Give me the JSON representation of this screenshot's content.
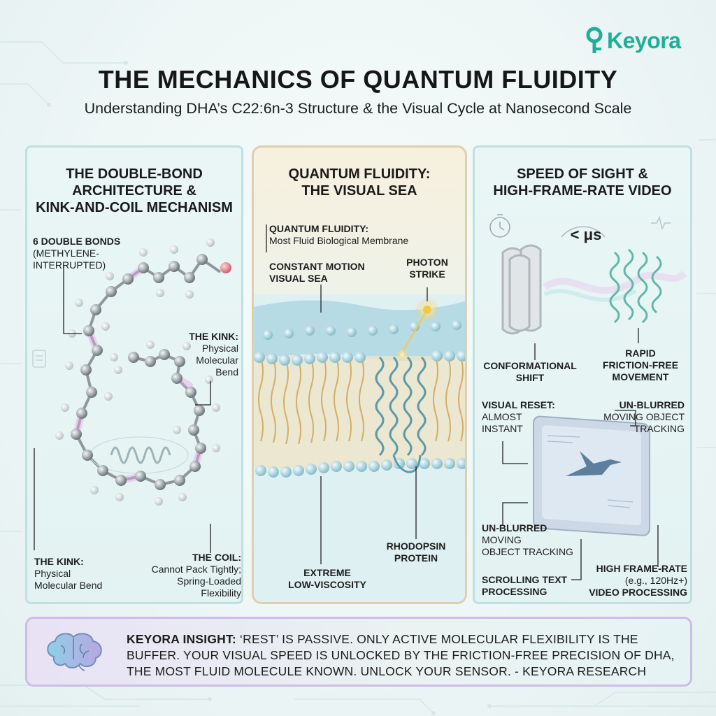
{
  "brand": {
    "name": "Keyora",
    "color": "#1fae98"
  },
  "header": {
    "title": "THE MECHANICS OF QUANTUM FLUIDITY",
    "subtitle": "Understanding DHA’s C22:6n-3 Structure & the Visual Cycle at Nanosecond Scale"
  },
  "panels": [
    {
      "id": "double-bond",
      "title_lines": [
        "THE DOUBLE-BOND",
        "ARCHITECTURE &",
        "KINK-AND-COIL MECHANISM"
      ],
      "labels": {
        "double_bonds_title": "6 DOUBLE BONDS",
        "double_bonds_sub_1": "(METHYLENE-",
        "double_bonds_sub_2": "INTERRUPTED)",
        "kink_top_title": "THE KINK:",
        "kink_top_sub_1": "Physical",
        "kink_top_sub_2": "Molecular",
        "kink_top_sub_3": "Bend",
        "kink_bottom_title": "THE KINK:",
        "kink_bottom_sub_1": "Physical",
        "kink_bottom_sub_2": "Molecular Bend",
        "coil_title": "THE COIL:",
        "coil_sub_1": "Cannot Pack Tightly;",
        "coil_sub_2": "Spring-Loaded",
        "coil_sub_3": "Flexibility"
      }
    },
    {
      "id": "visual-sea",
      "title_lines": [
        "QUANTUM FLUIDITY:",
        "THE VISUAL SEA"
      ],
      "labels": {
        "qf_title": "QUANTUM FLUIDITY:",
        "qf_sub": "Most Fluid Biological Membrane",
        "motion_1": "CONSTANT MOTION",
        "motion_2": "VISUAL SEA",
        "photon_1": "PHOTON",
        "photon_2": "STRIKE",
        "rhodopsin_1": "RHODOPSIN",
        "rhodopsin_2": "PROTEIN",
        "viscosity_1": "EXTREME",
        "viscosity_2": "LOW-VISCOSITY"
      }
    },
    {
      "id": "speed-of-sight",
      "title_lines": [
        "SPEED OF SIGHT &",
        "HIGH-FRAME-RATE VIDEO"
      ],
      "labels": {
        "timing": "< μs",
        "conformational_1": "CONFORMATIONAL",
        "conformational_2": "SHIFT",
        "rapid_1": "RAPID",
        "rapid_2": "FRICTION-FREE",
        "rapid_3": "MOVEMENT",
        "reset_title": "VISUAL RESET:",
        "reset_sub_1": "ALMOST",
        "reset_sub_2": "INSTANT",
        "unblurred_top_title": "UN-BLURRED",
        "unblurred_top_sub_1": "MOVING OBJECT",
        "unblurred_top_sub_2": "TRACKING",
        "unblurred_bottom_title": "UN-BLURRED",
        "unblurred_bottom_sub_1": "MOVING",
        "unblurred_bottom_sub_2": "OBJECT TRACKING",
        "scrolling_1": "SCROLLING TEXT",
        "scrolling_2": "PROCESSING",
        "framerate_title": "HIGH FRAME-RATE",
        "framerate_sub": "(e.g., 120Hz+)",
        "framerate_title_2": "VIDEO PROCESSING"
      }
    }
  ],
  "insight": {
    "lead": "KEYORA INSIGHT:",
    "text": " ‘REST’ IS PASSIVE. ONLY ACTIVE MOLECULAR FLEXIBILITY IS THE BUFFER. YOUR VISUAL SPEED IS UNLOCKED BY THE FRICTION-FREE PRECISION OF DHA, THE MOST FLUID MOLECULE KNOWN. UNLOCK YOUR SENSOR. - KEYORA RESEARCH",
    "icon": "brain-icon"
  },
  "colors": {
    "accent_teal": "#1fae98",
    "panel_border": "#bfe0e0",
    "mid_panel_border": "#ddd0b0",
    "insight_border": "#cdbde6",
    "atom_gray": "#8d9498",
    "kink_glow": "#e6a6e8",
    "oxygen_red": "#d96a78",
    "membrane_blue": "#9fd0dc",
    "tail_gold": "#d8b36a"
  }
}
